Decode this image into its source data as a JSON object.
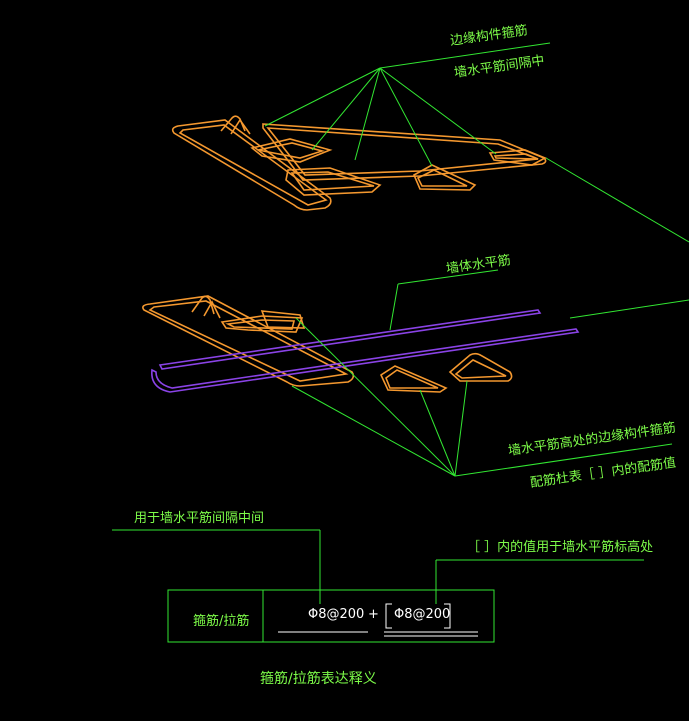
{
  "labels": {
    "edge_stirrup_top": "边缘构件箍筋",
    "wall_horizontal_spacing": "墙水平筋间隔中",
    "wall_horizontal_bar": "墙体水平筋",
    "edge_stirrup_at_wall_bar": "墙水平筋高处的边缘构件箍筋",
    "bracket_value_note": "配筋杜表［ ］内的配筋值",
    "used_for_spacing": "用于墙水平筋间隔中间",
    "bracket_used_for": "［ ］内的值用于墙水平筋标高处",
    "row_label": "箍筋/拉筋",
    "value1": "Φ8@200",
    "plus": "+",
    "value2": "Φ8@200",
    "caption": "箍筋/拉筋表达释义"
  },
  "colors": {
    "background": "#000000",
    "text": "#7dfc49",
    "rebar_orange": "#f4982f",
    "rebar_purple": "#8a43e6",
    "leader_green": "#32e632"
  }
}
